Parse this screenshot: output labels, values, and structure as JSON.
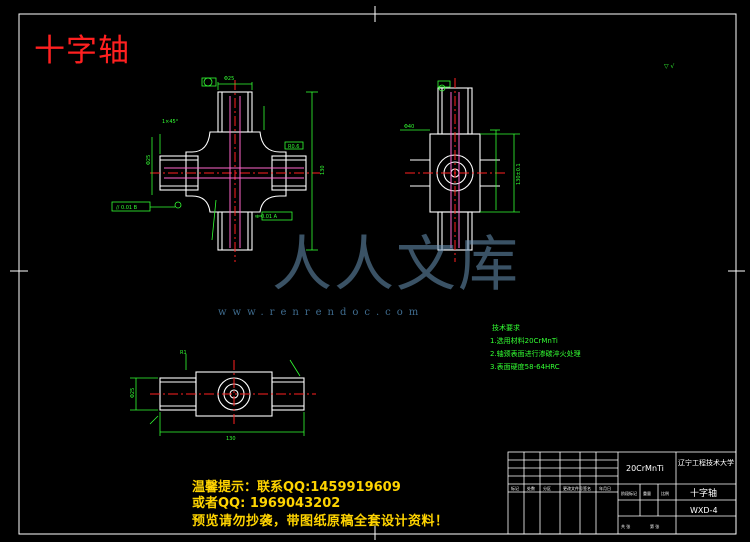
{
  "title": "十字轴",
  "tech_requirements": {
    "heading": "技术要求",
    "items": [
      "1.选用材料20CrMnTi",
      "2.轴颈表面进行渗碳淬火处理",
      "3.表面硬度58-64HRC"
    ]
  },
  "notice": {
    "line1": "温馨提示：联系QQ:1459919609",
    "line2": "或者QQ: 1969043202",
    "line3": "预览请勿抄袭，带图纸原稿全套设计资料！"
  },
  "watermark": {
    "brand": "人人文库",
    "url": "www.renrendoc.com"
  },
  "title_block": {
    "material": "20CrMnTi",
    "school": "辽宁工程技术大学",
    "part_name": "十字轴",
    "drawing_no": "WXD-4"
  },
  "dimensions": {
    "length_bottom": "130",
    "length_side": "130",
    "dia": "Φ25"
  },
  "colors": {
    "background": "#000000",
    "outline": "#ffffff",
    "centerline": "#ff2020",
    "dimension": "#33ff33",
    "notice": "#ffd400",
    "title": "#ff2020"
  }
}
